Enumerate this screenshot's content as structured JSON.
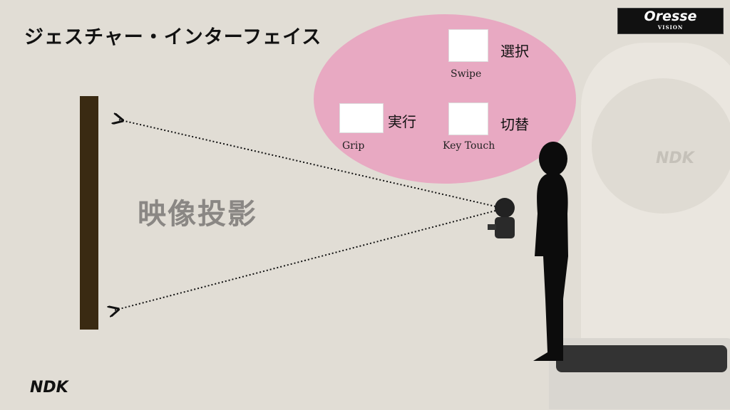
{
  "title": "ジェスチャー・インターフェイス",
  "projection_label": "映像投影",
  "gestures": [
    {
      "name": "Swipe",
      "action": "選択",
      "icon": "hand-swipe-icon"
    },
    {
      "name": "Grip",
      "action": "実行",
      "icon": "hand-grip-icon"
    },
    {
      "name": "Key Touch",
      "action": "切替",
      "icon": "hand-key-touch-icon"
    }
  ],
  "logo": {
    "main": "Oresse",
    "sub": "VISION"
  },
  "brand": "NDK",
  "colors": {
    "background": "#e1ddd5",
    "ellipse": "#e9a0be",
    "wall": "#3a2a12"
  }
}
